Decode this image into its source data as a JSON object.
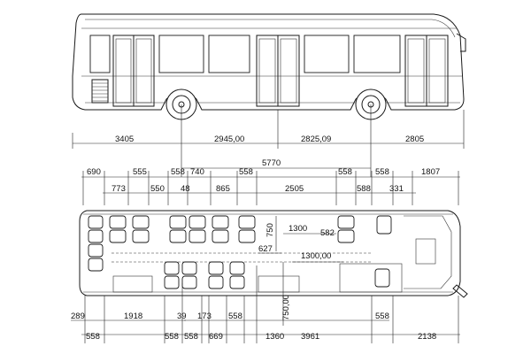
{
  "side_view": {
    "wheelbase_dims": [
      "3405",
      "2945,00",
      "2825,09",
      "2805"
    ],
    "overall_length": "5770"
  },
  "plan_top_dims": {
    "row1": [
      "690",
      "555",
      "558",
      "740",
      "558",
      "558",
      "558",
      "1807"
    ],
    "row2": [
      "773",
      "550",
      "48",
      "865",
      "2505",
      "588",
      "331"
    ]
  },
  "plan_inner_dims": {
    "aisle_1300": "1300",
    "aisle_582": "582",
    "v_750_top": "750",
    "d_627": "627",
    "d_1300_00": "1300,00",
    "v_750_00": "750,00"
  },
  "plan_bottom_dims": {
    "row1": [
      "289",
      "1918",
      "39",
      "173",
      "558",
      "558"
    ],
    "row2": [
      "558",
      "558",
      "558",
      "669",
      "1360",
      "3961",
      "2138"
    ]
  }
}
